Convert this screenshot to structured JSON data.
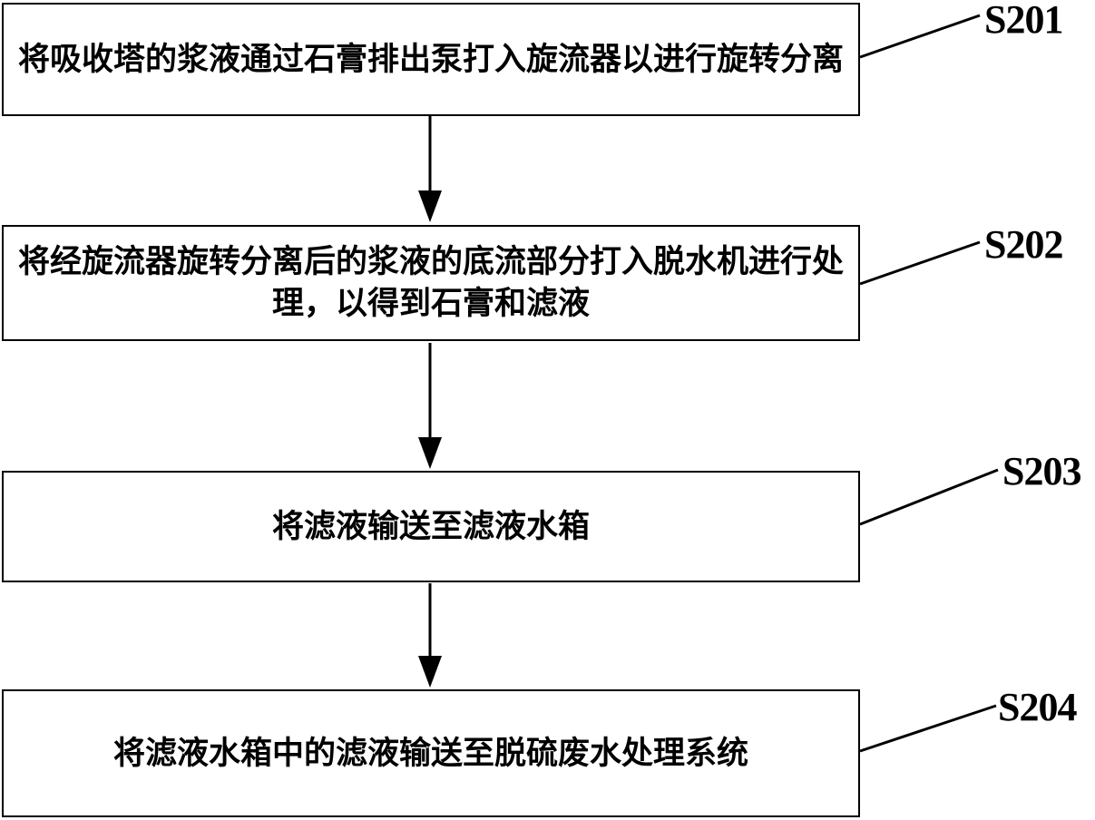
{
  "steps": [
    {
      "id": "S201",
      "text": "将吸收塔的浆液通过石膏排出泵打入旋流器以进行旋转分离"
    },
    {
      "id": "S202",
      "text": "将经旋流器旋转分离后的浆液的底流部分打入脱水机进行处理，以得到石膏和滤液"
    },
    {
      "id": "S203",
      "text": "将滤液输送至滤液水箱"
    },
    {
      "id": "S204",
      "text": "将滤液水箱中的滤液输送至脱硫废水处理系统"
    }
  ]
}
